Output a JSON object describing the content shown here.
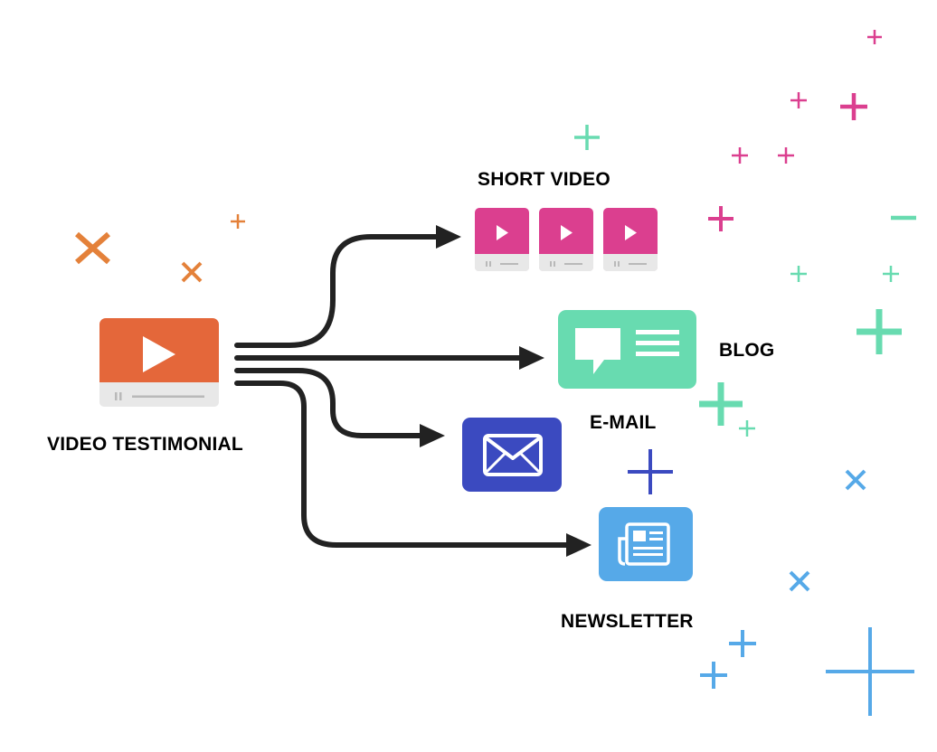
{
  "diagram": {
    "source": {
      "label": "VIDEO TESTIMONIAL",
      "icon": "video-player-icon",
      "color": "#e4673a"
    },
    "targets": [
      {
        "key": "short_video",
        "label": "SHORT VIDEO",
        "icon": "short-video-icon",
        "color": "#db3f8f"
      },
      {
        "key": "blog",
        "label": "BLOG",
        "icon": "blog-chat-icon",
        "color": "#68dbb0"
      },
      {
        "key": "email",
        "label": "E-MAIL",
        "icon": "envelope-icon",
        "color": "#3b4ac0"
      },
      {
        "key": "newsletter",
        "label": "NEWSLETTER",
        "icon": "newspaper-icon",
        "color": "#56a9e8"
      }
    ],
    "connector_color": "#222222"
  },
  "decorations": {
    "orange": "#e4813a",
    "pink": "#db3f8f",
    "teal": "#68dbb0",
    "navy": "#3b4ac0",
    "blue": "#56a9e8"
  }
}
